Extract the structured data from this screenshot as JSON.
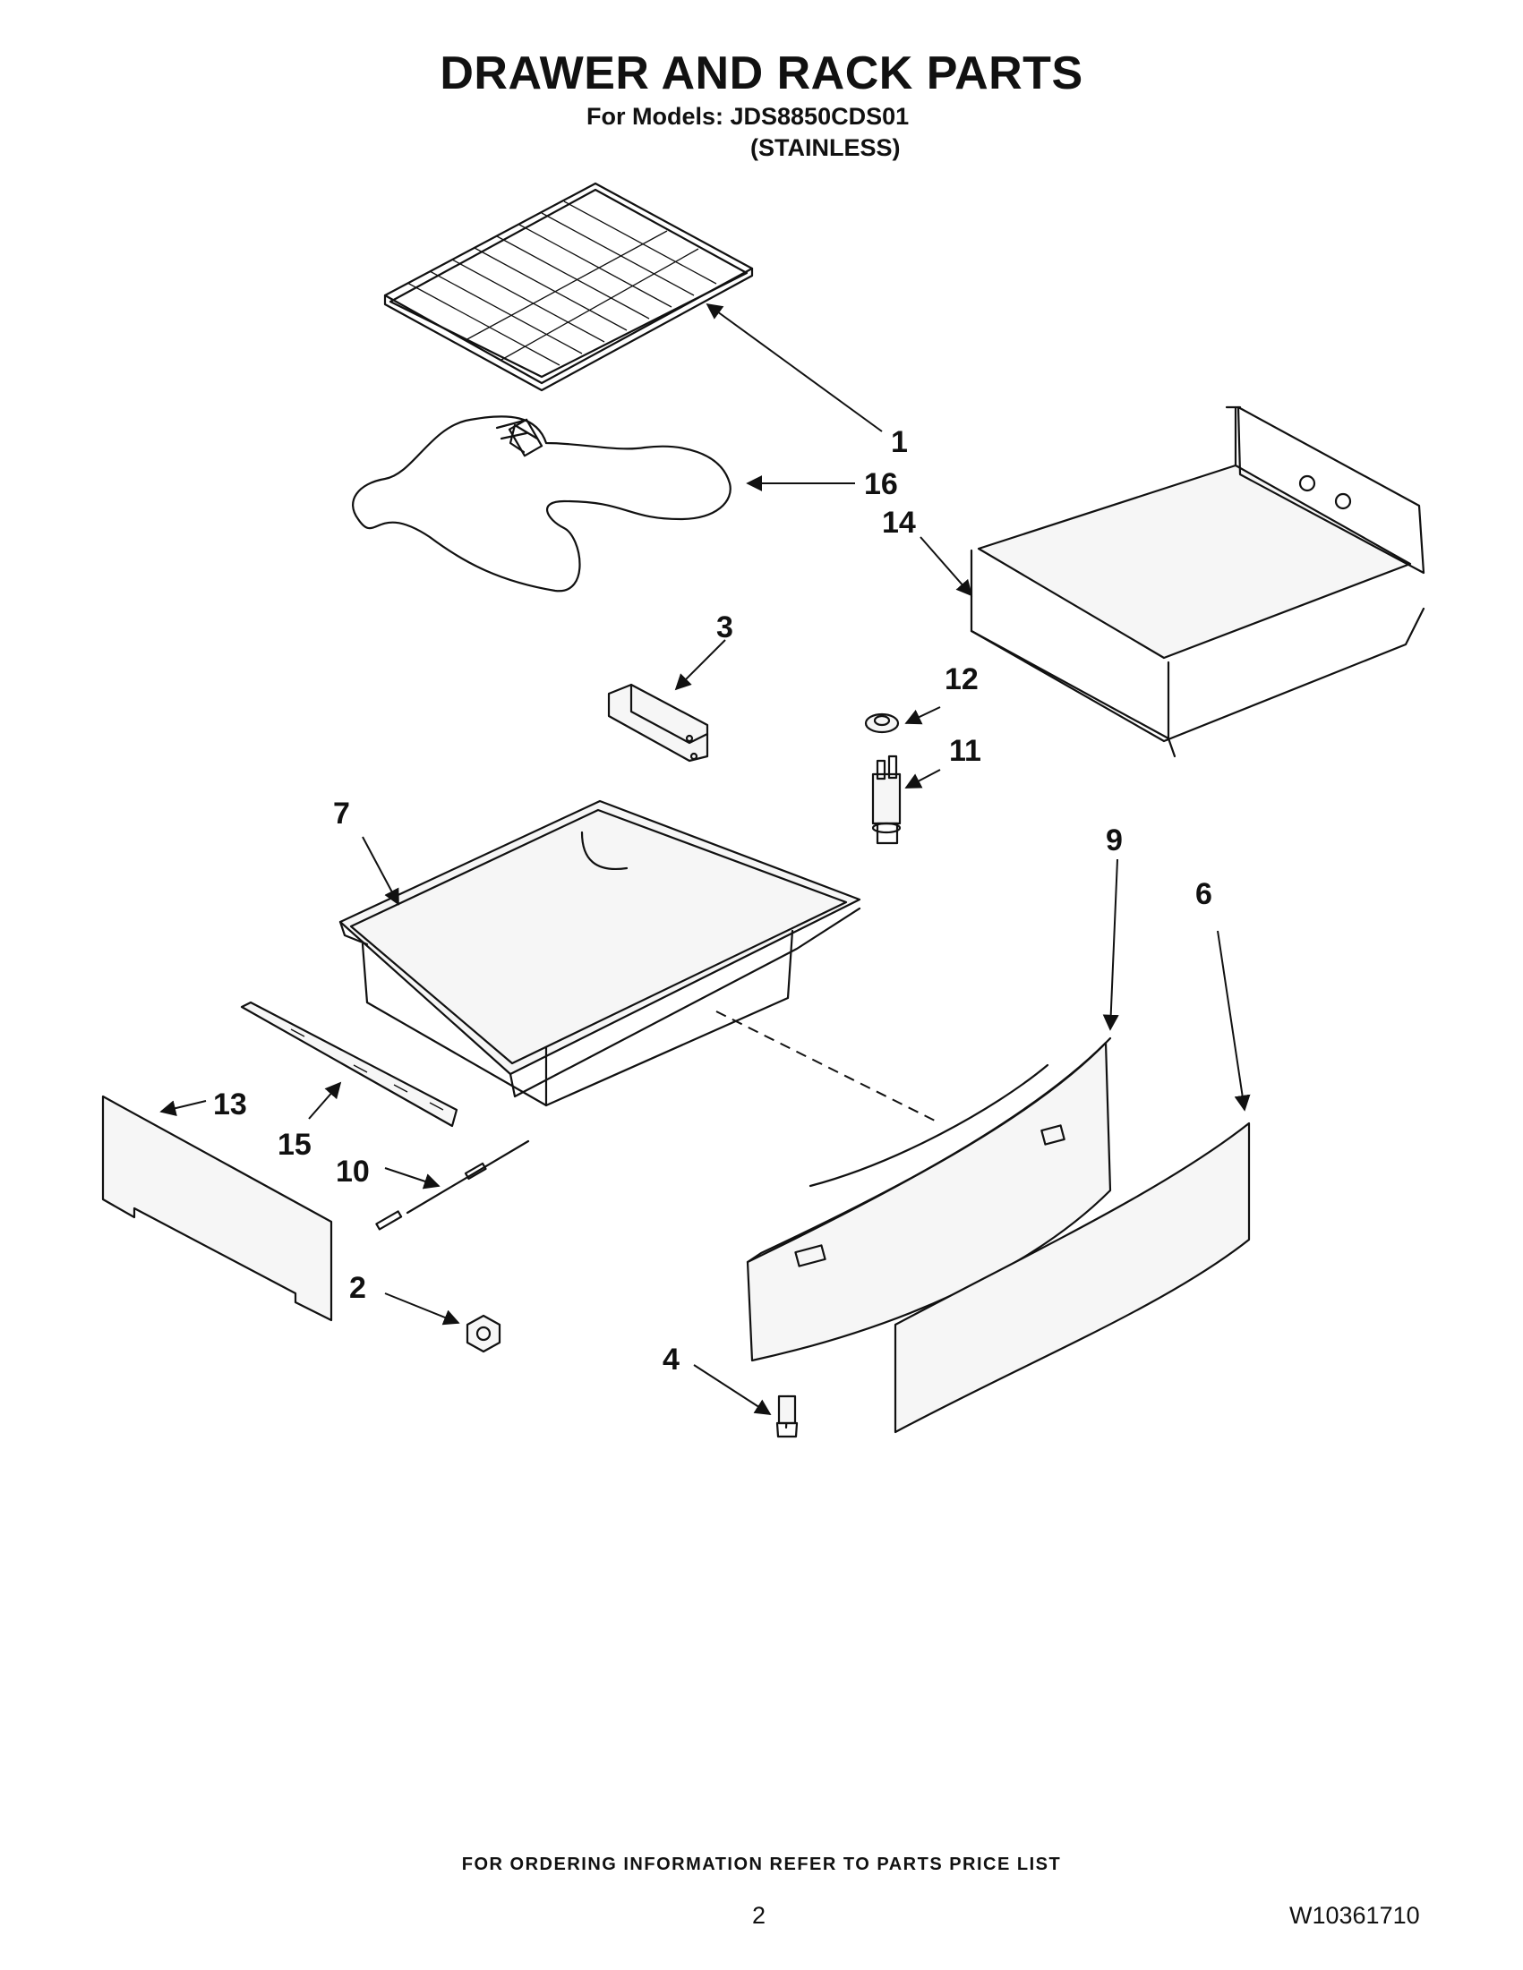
{
  "header": {
    "title": "DRAWER AND RACK PARTS",
    "models_line": "For Models: JDS8850CDS01",
    "finish_line": "(STAINLESS)"
  },
  "callouts": {
    "c1": "1",
    "c2": "2",
    "c3": "3",
    "c4": "4",
    "c6": "6",
    "c7": "7",
    "c9": "9",
    "c10": "10",
    "c11": "11",
    "c12": "12",
    "c13": "13",
    "c14": "14",
    "c15": "15",
    "c16": "16"
  },
  "footer": {
    "note": "FOR ORDERING INFORMATION REFER TO PARTS PRICE LIST",
    "page_number": "2",
    "doc_number": "W10361710"
  }
}
